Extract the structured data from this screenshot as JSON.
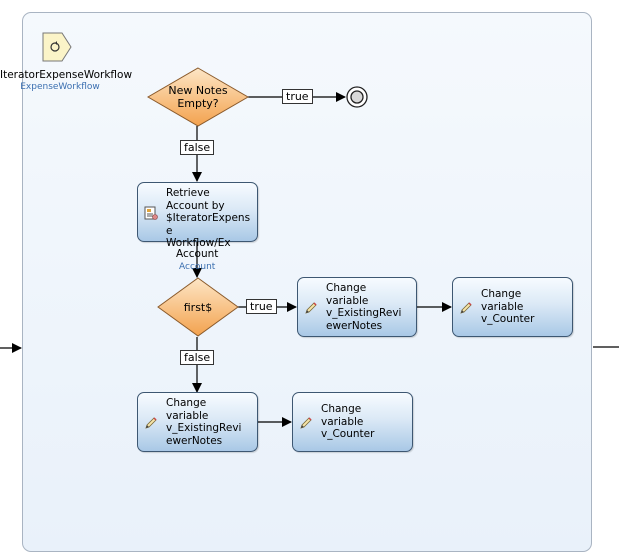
{
  "parameter": {
    "name": "IteratorExpenseWorkflow",
    "type": "ExpenseWorkflow",
    "icon": "parameter-icon"
  },
  "decisions": {
    "notes_empty": "New Notes\nEmpty?",
    "first": "first$"
  },
  "flow_labels": {
    "true_1": "true",
    "false_1": "false",
    "true_2": "true",
    "false_2": "false"
  },
  "retrieve": {
    "text": "Retrieve\nAccount by\n$IteratorExpense\nWorkflow/Ex",
    "icon": "retrieve-icon",
    "output_name": "Account",
    "output_type": "Account"
  },
  "activities": {
    "change_notes_1": "Change\nvariable\nv_ExistingRevi\newerNotes",
    "change_counter_1": "Change\nvariable\nv_Counter",
    "change_notes_2": "Change\nvariable\nv_ExistingRevi\newerNotes",
    "change_counter_2": "Change\nvariable\nv_Counter",
    "icon": "change-variable-icon"
  },
  "colors": {
    "decision_fill_top": "#fde0b8",
    "decision_fill_bottom": "#f3a24e",
    "activity_fill_bottom": "#a9c8e6",
    "frame_border": "#a9b4c2",
    "type_label": "#3b6fb0"
  }
}
